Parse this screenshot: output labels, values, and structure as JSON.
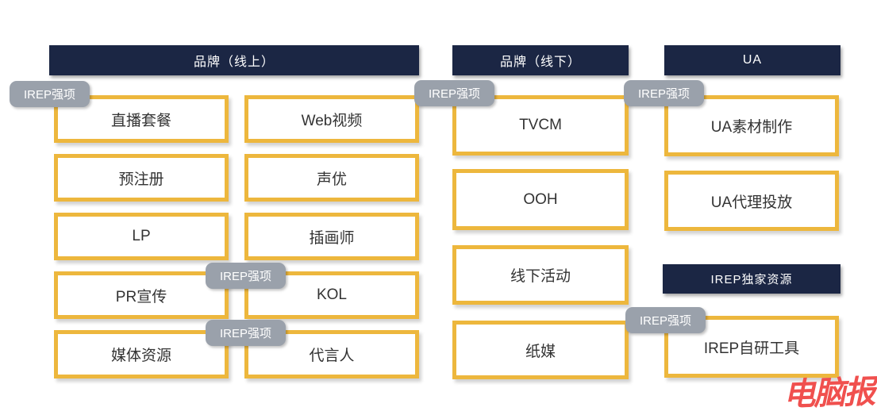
{
  "colors": {
    "header_bg": "#1b2644",
    "box_border": "#EDB73D",
    "badge_bg": "#9aa1ab",
    "box_text": "#333333",
    "header_text": "#ffffff",
    "watermark_red": "#f0504e"
  },
  "headers": {
    "brand_online": "品牌（线上）",
    "brand_offline": "品牌（线下）",
    "ua": "UA",
    "irep_exclusive": "IREP独家资源"
  },
  "columns": {
    "col1": [
      "直播套餐",
      "预注册",
      "LP",
      "PR宣传",
      "媒体资源"
    ],
    "col2": [
      "Web视频",
      "声优",
      "插画师",
      "KOL",
      "代言人"
    ],
    "col3": [
      "TVCM",
      "OOH",
      "线下活动",
      "纸媒"
    ],
    "col4": [
      "UA素材制作",
      "UA代理投放",
      "IREP自研工具"
    ]
  },
  "badge_label": "IREP强项",
  "watermark": "电脑报"
}
